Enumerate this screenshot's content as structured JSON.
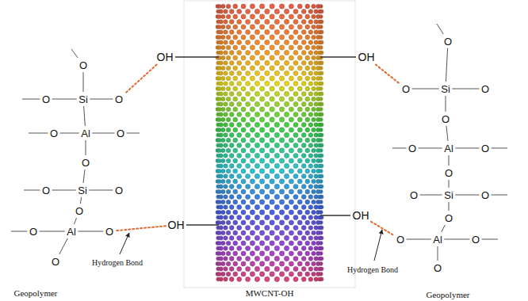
{
  "diagram": {
    "labels": [
      "O",
      "O",
      "Si",
      "O",
      "O",
      "Al",
      "O",
      "O",
      "O",
      "Si",
      "O",
      "O",
      "O",
      "Al",
      "O",
      "O",
      "O",
      "O",
      "Si",
      "O",
      "O",
      "O",
      "Al",
      "O",
      "O",
      "O",
      "Si",
      "O",
      "O",
      "O",
      "Al",
      "O",
      "O",
      "OH",
      "OH",
      "OH",
      "OH",
      "Hydrogen Bond",
      "Hydrogen Bond",
      "Geopolymer",
      "MWCNT-OH",
      "Geopolymer"
    ]
  }
}
